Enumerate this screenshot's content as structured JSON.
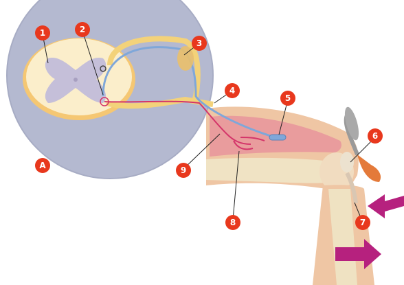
{
  "labels": {
    "n1": "1",
    "n2": "2",
    "n3": "3",
    "n4": "4",
    "n5": "5",
    "n6": "6",
    "n7": "7",
    "n8": "8",
    "n9": "9",
    "nA": "A"
  },
  "colors": {
    "magnifier": "#b4b9d0",
    "magnifier_edge": "#a7acc4",
    "badge": "#e8381d",
    "skin": "#efc6a4",
    "skin_light": "#f6dcc5",
    "muscle": "#e8949c",
    "nerve_yellow": "#f3d27a",
    "nerve_blue": "#7fa7d9",
    "nerve_pink": "#d4356a",
    "bone": "#efe6c8",
    "arrow": "#b6217e"
  },
  "icons": {
    "reflex_hammer": "reflex-hammer-icon",
    "force_arrow": "arrow-icon"
  }
}
